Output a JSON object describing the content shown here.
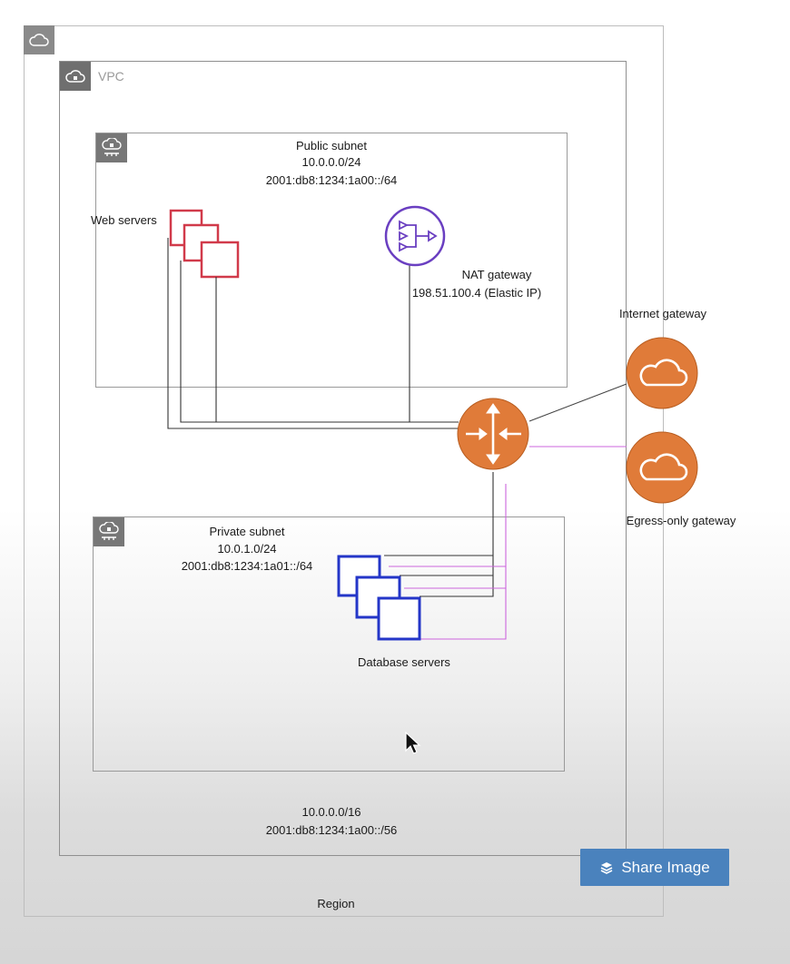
{
  "region": {
    "label": "Region"
  },
  "vpc": {
    "label": "VPC",
    "cidr_v4": "10.0.0.0/16",
    "cidr_v6": "2001:db8:1234:1a00::/56"
  },
  "public_subnet": {
    "title": "Public subnet",
    "cidr_v4": "10.0.0.0/24",
    "cidr_v6": "2001:db8:1234:1a00::/64",
    "web_servers_label": "Web servers",
    "nat_gateway_label": "NAT gateway",
    "nat_gateway_ip": "198.51.100.4 (Elastic IP)"
  },
  "private_subnet": {
    "title": "Private subnet",
    "cidr_v4": "10.0.1.0/24",
    "cidr_v6": "2001:db8:1234:1a01::/64",
    "database_servers_label": "Database servers"
  },
  "gateways": {
    "internet_gateway": "Internet gateway",
    "egress_only_gateway": "Egress-only gateway"
  },
  "share_button": {
    "label": "Share Image"
  },
  "colors": {
    "orange": "#e07b39",
    "web_server_red": "#d13a4a",
    "db_server_blue": "#2436c8",
    "nat_purple": "#6a3fc1",
    "ipv6_route_pink": "#cc66dd",
    "share_button_blue": "#4a82bd"
  },
  "icons": [
    "cloud-icon",
    "cloud-lock-icon",
    "server-icon",
    "nat-gateway-icon",
    "router-icon",
    "layers-icon",
    "mouse-cursor-icon"
  ]
}
